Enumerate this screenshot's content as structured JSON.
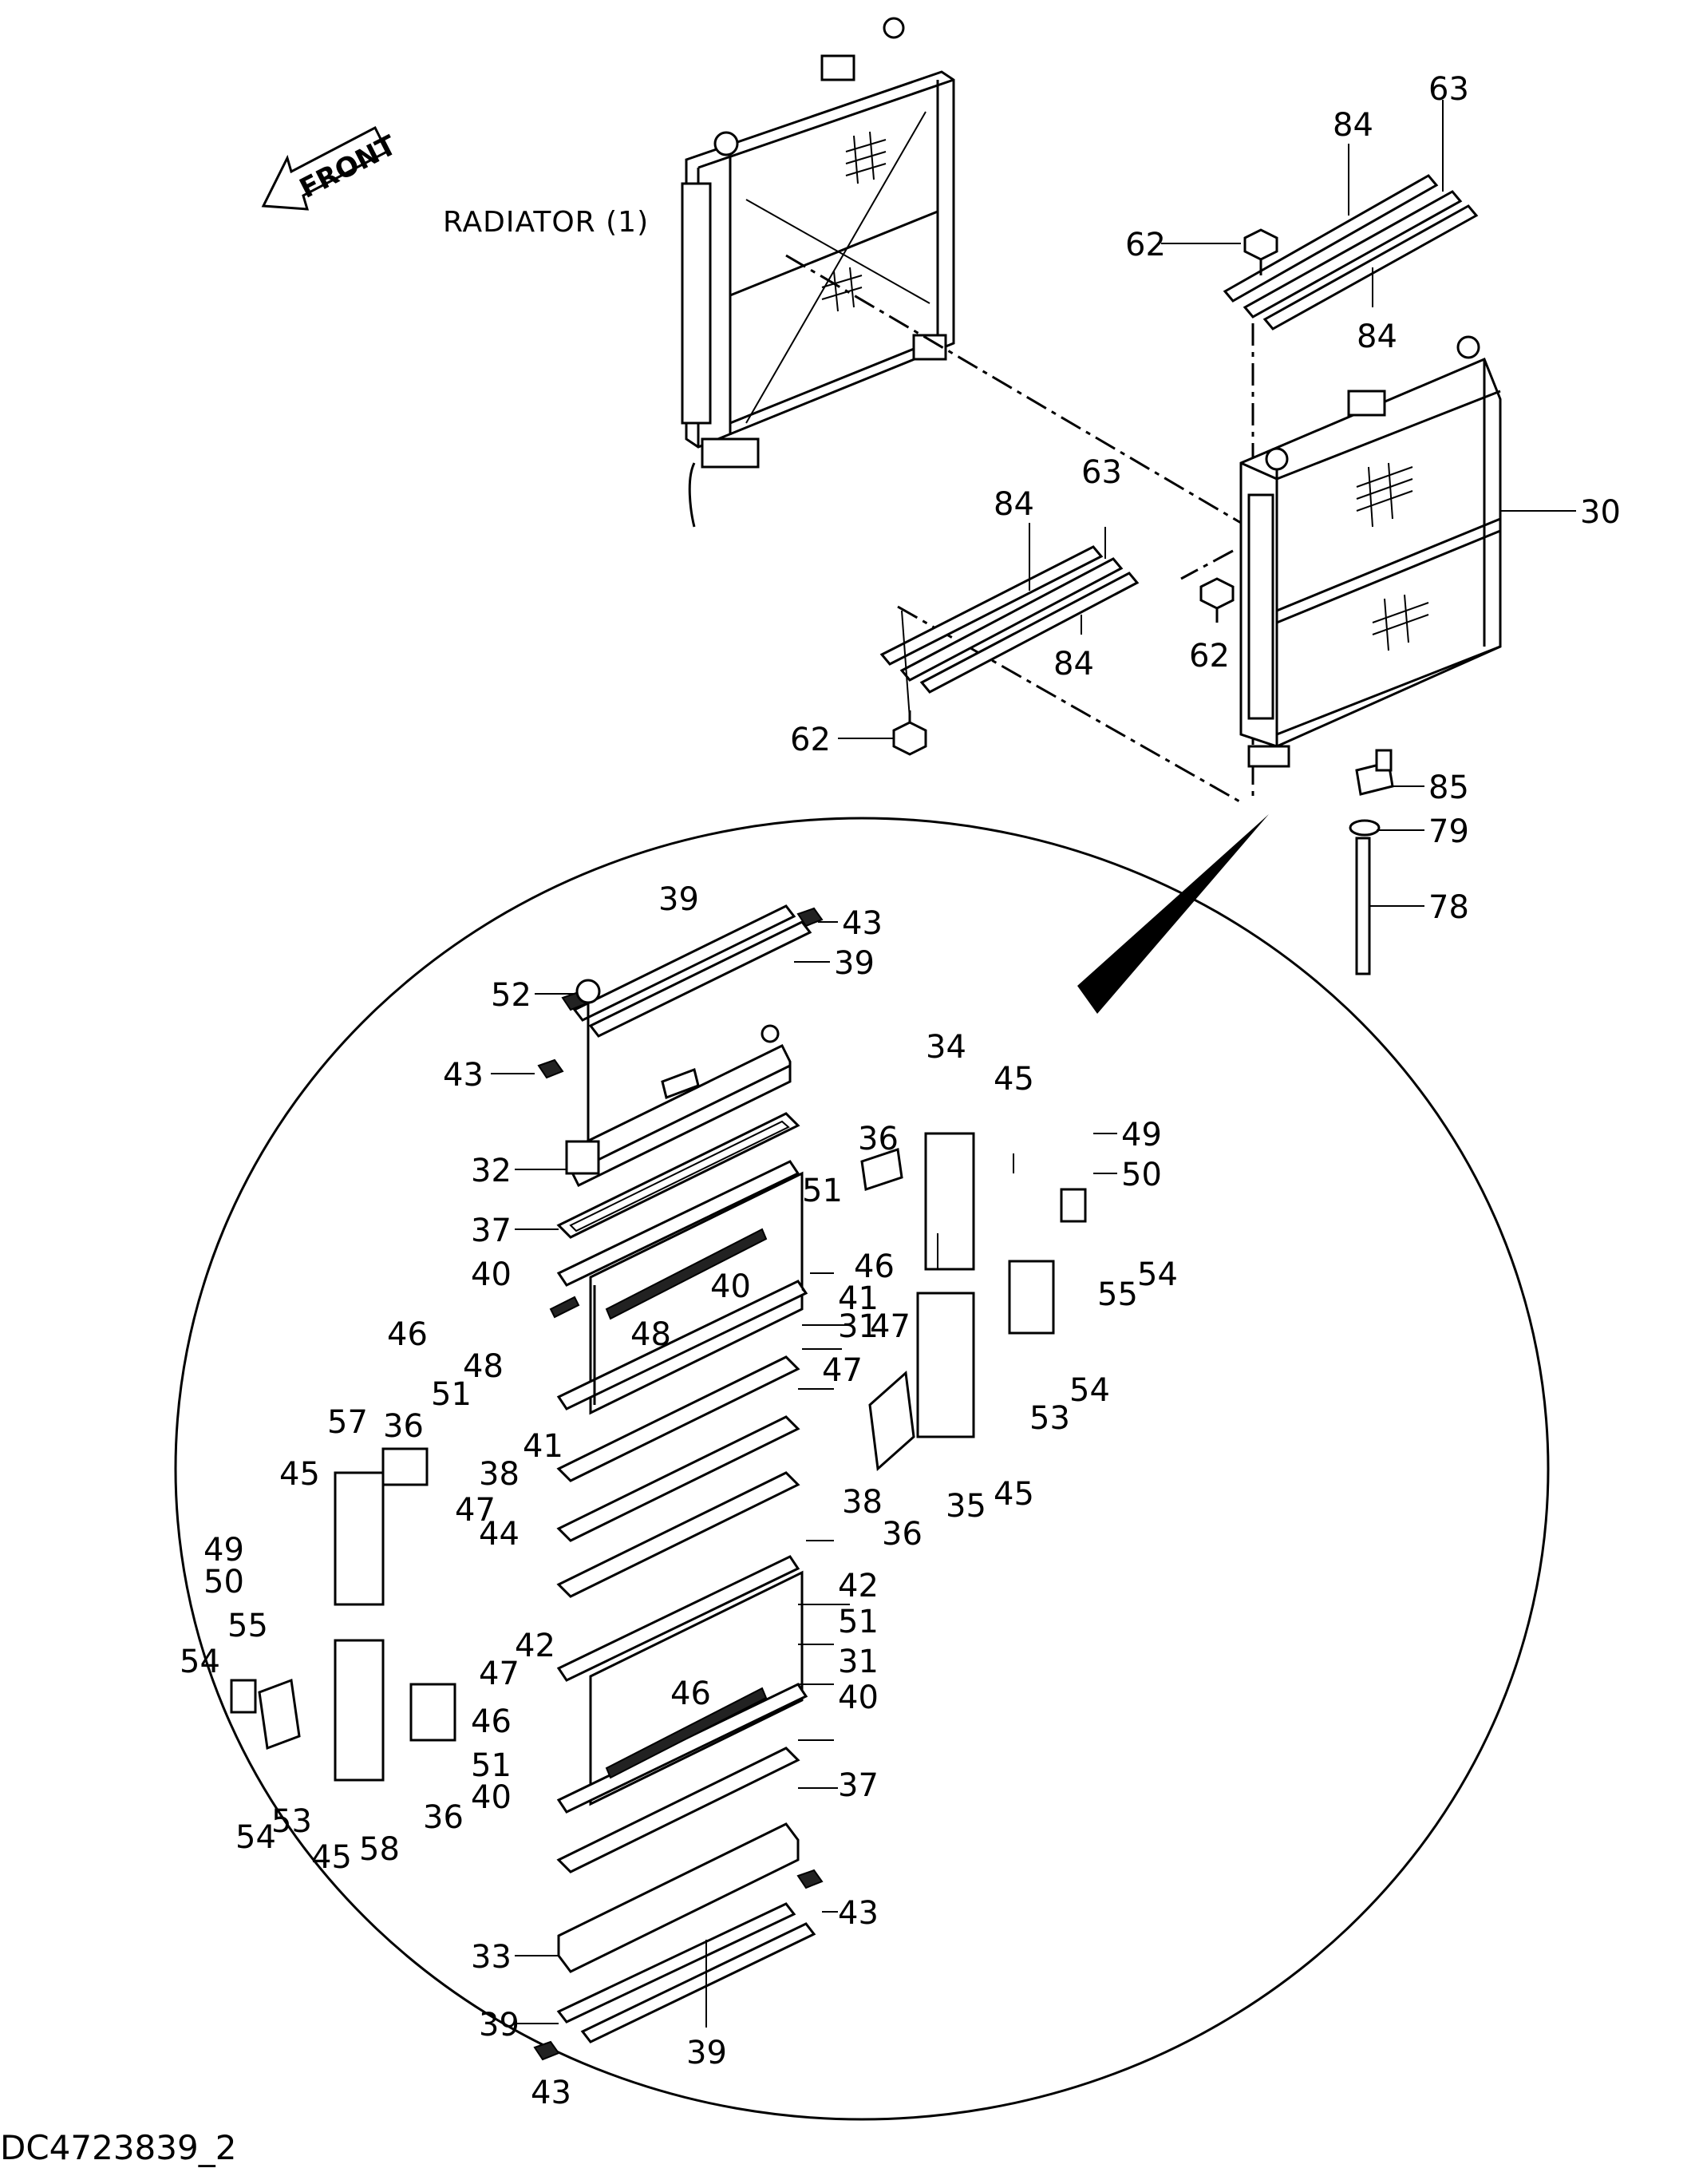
{
  "diagram": {
    "front_label": "FRONT",
    "radiator_label": "RADIATOR (1)",
    "drawing_code": "DC4723839_2",
    "callouts": [
      {
        "id": "c63a",
        "text": "63"
      },
      {
        "id": "c84a",
        "text": "84"
      },
      {
        "id": "c62a",
        "text": "62"
      },
      {
        "id": "c84b",
        "text": "84"
      },
      {
        "id": "c30",
        "text": "30"
      },
      {
        "id": "c84c",
        "text": "84"
      },
      {
        "id": "c63b",
        "text": "63"
      },
      {
        "id": "c62b",
        "text": "62"
      },
      {
        "id": "c84d",
        "text": "84"
      },
      {
        "id": "c62c",
        "text": "62"
      },
      {
        "id": "c85",
        "text": "85"
      },
      {
        "id": "c79",
        "text": "79"
      },
      {
        "id": "c78",
        "text": "78"
      },
      {
        "id": "c39a",
        "text": "39"
      },
      {
        "id": "c43a",
        "text": "43"
      },
      {
        "id": "c39b",
        "text": "39"
      },
      {
        "id": "c52",
        "text": "52"
      },
      {
        "id": "c43b",
        "text": "43"
      },
      {
        "id": "c32",
        "text": "32"
      },
      {
        "id": "c37a",
        "text": "37"
      },
      {
        "id": "c51a",
        "text": "51"
      },
      {
        "id": "c40a",
        "text": "40"
      },
      {
        "id": "c40b",
        "text": "40"
      },
      {
        "id": "c46a",
        "text": "46"
      },
      {
        "id": "c41a",
        "text": "41"
      },
      {
        "id": "c31a",
        "text": "31"
      },
      {
        "id": "c46b",
        "text": "46"
      },
      {
        "id": "c48a",
        "text": "48"
      },
      {
        "id": "c48b",
        "text": "48"
      },
      {
        "id": "c51b",
        "text": "51"
      },
      {
        "id": "c41b",
        "text": "41"
      },
      {
        "id": "c38a",
        "text": "38"
      },
      {
        "id": "c38b",
        "text": "38"
      },
      {
        "id": "c44",
        "text": "44"
      },
      {
        "id": "c36a",
        "text": "36"
      },
      {
        "id": "c34",
        "text": "34"
      },
      {
        "id": "c45a",
        "text": "45"
      },
      {
        "id": "c49a",
        "text": "49"
      },
      {
        "id": "c50a",
        "text": "50"
      },
      {
        "id": "c47a",
        "text": "47"
      },
      {
        "id": "c55a",
        "text": "55"
      },
      {
        "id": "c54a",
        "text": "54"
      },
      {
        "id": "c54b",
        "text": "54"
      },
      {
        "id": "c53a",
        "text": "53"
      },
      {
        "id": "c47b",
        "text": "47"
      },
      {
        "id": "c45b",
        "text": "45"
      },
      {
        "id": "c35",
        "text": "35"
      },
      {
        "id": "c36b",
        "text": "36"
      },
      {
        "id": "c57",
        "text": "57"
      },
      {
        "id": "c36c",
        "text": "36"
      },
      {
        "id": "c45c",
        "text": "45"
      },
      {
        "id": "c47c",
        "text": "47"
      },
      {
        "id": "c49b",
        "text": "49"
      },
      {
        "id": "c50b",
        "text": "50"
      },
      {
        "id": "c42a",
        "text": "42"
      },
      {
        "id": "c51c",
        "text": "51"
      },
      {
        "id": "c42b",
        "text": "42"
      },
      {
        "id": "c31b",
        "text": "31"
      },
      {
        "id": "c40c",
        "text": "40"
      },
      {
        "id": "c55b",
        "text": "55"
      },
      {
        "id": "c54c",
        "text": "54"
      },
      {
        "id": "c47d",
        "text": "47"
      },
      {
        "id": "c46c",
        "text": "46"
      },
      {
        "id": "c46d",
        "text": "46"
      },
      {
        "id": "c51d",
        "text": "51"
      },
      {
        "id": "c37b",
        "text": "37"
      },
      {
        "id": "c40d",
        "text": "40"
      },
      {
        "id": "c54d",
        "text": "54"
      },
      {
        "id": "c53b",
        "text": "53"
      },
      {
        "id": "c45d",
        "text": "45"
      },
      {
        "id": "c58",
        "text": "58"
      },
      {
        "id": "c36d",
        "text": "36"
      },
      {
        "id": "c43c",
        "text": "43"
      },
      {
        "id": "c33",
        "text": "33"
      },
      {
        "id": "c39c",
        "text": "39"
      },
      {
        "id": "c39d",
        "text": "39"
      },
      {
        "id": "c43d",
        "text": "43"
      }
    ]
  }
}
